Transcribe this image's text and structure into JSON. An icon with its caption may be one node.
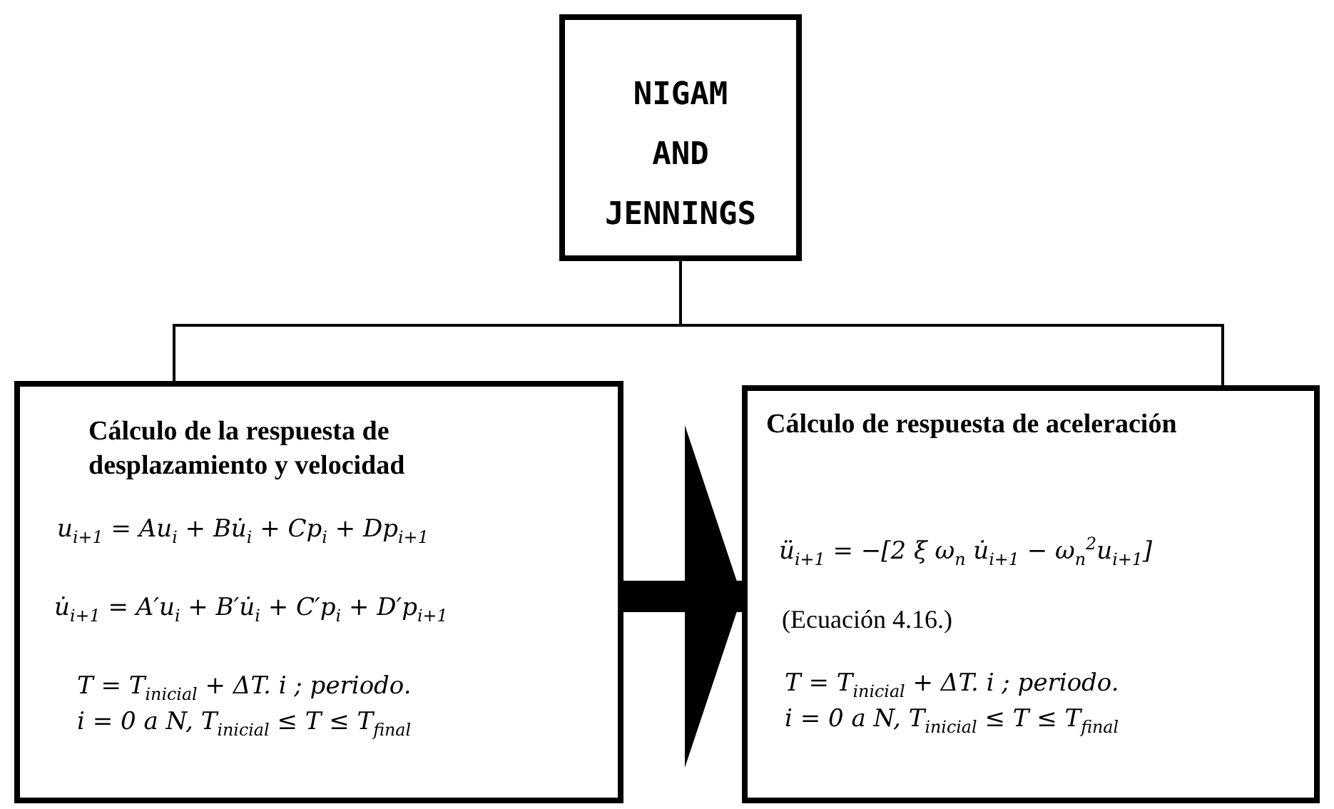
{
  "diagram": {
    "nodes": [
      {
        "text": [
          "NIGAM AND JENNINGS"
        ]
      },
      {
        "text": [
          "Cálculo de la respuesta de desplazamiento y velocidad",
          "u$_{i+1}$ = Au$_{i}$ + Bu̇$_{i}$ + Cp$_{i}$ + Dp$_{i+1}$",
          "u̇$_{i+1}$ = A′u$_{i}$ + B′u̇$_{i}$ + C′p$_{i}$ + D′p$_{i+1}$",
          "T = T$_{inicial}$ + ΔT. i ; periodo.",
          "i = 0  a N, T$_{inicial}$ ≤ T ≤ T$_{final}$"
        ]
      },
      {
        "text": [
          "Cálculo de respuesta de aceleración",
          "ü$_{i+1}$ = −[2 ξ ω$_{n}$ u̇$_{i+1}$ − ω$_{n}$$^{2}$u$_{i+1}$]",
          "(Ecuación 4.16.)",
          "T = T$_{inicial}$ + ΔT. i ; periodo.",
          "i = 0  a N, T$_{inicial}$ ≤ T ≤ T$_{final}$"
        ]
      }
    ],
    "edges": [
      {
        "from": 0,
        "to": 1,
        "arrow": "none"
      },
      {
        "from": 0,
        "to": 2,
        "arrow": "none"
      },
      {
        "from": 1,
        "to": 2,
        "arrow": "to",
        "style": "thick"
      }
    ]
  }
}
